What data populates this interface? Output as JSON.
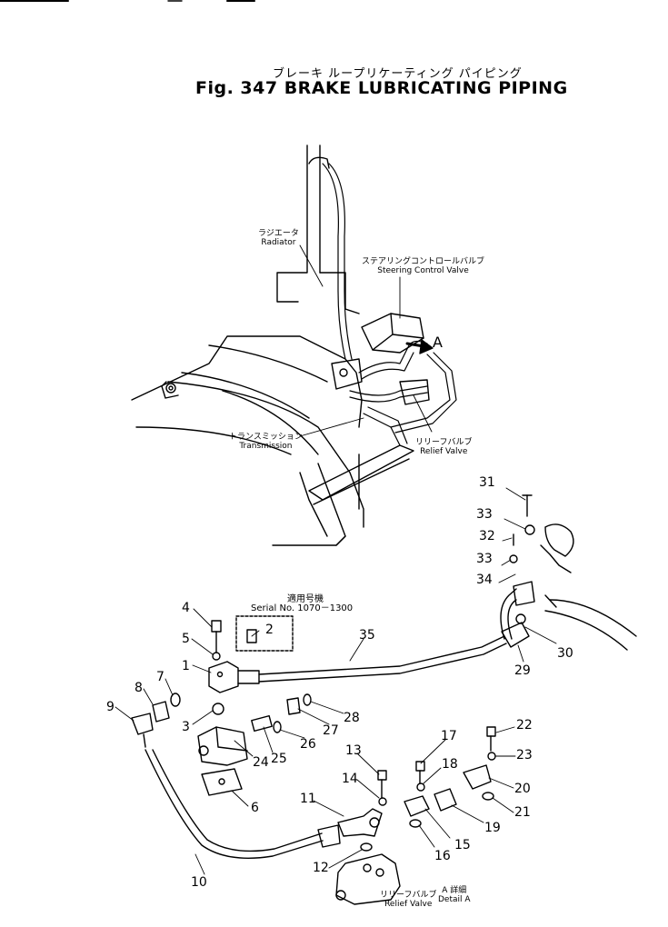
{
  "title": {
    "jp": "ブレーキ ループリケーティング パイピング",
    "en": "Fig. 347  BRAKE LUBRICATING PIPING"
  },
  "labels": {
    "radiator_jp": "ラジエータ",
    "radiator_en": "Radiator",
    "steering_jp": "ステアリングコントロールバルブ",
    "steering_en": "Steering Control Valve",
    "transmission_jp": "トランスミッション",
    "transmission_en": "Transmission",
    "relief_jp": "リリーフバルブ",
    "relief_en": "Relief Valve",
    "serial_jp": "適用号機",
    "serial_en": "Serial No. 1070－1300",
    "detail_ref": "A",
    "relief2_jp": "リリーフバルブ",
    "relief2_en": "Relief Valve",
    "detail_jp": "A 詳細",
    "detail_en": "Detail A"
  },
  "parts": [
    "1",
    "2",
    "3",
    "4",
    "5",
    "6",
    "7",
    "8",
    "9",
    "10",
    "11",
    "12",
    "13",
    "14",
    "15",
    "16",
    "17",
    "18",
    "19",
    "20",
    "21",
    "22",
    "23",
    "24",
    "25",
    "26",
    "27",
    "28",
    "29",
    "30",
    "31",
    "32",
    "33",
    "33",
    "34",
    "35"
  ]
}
